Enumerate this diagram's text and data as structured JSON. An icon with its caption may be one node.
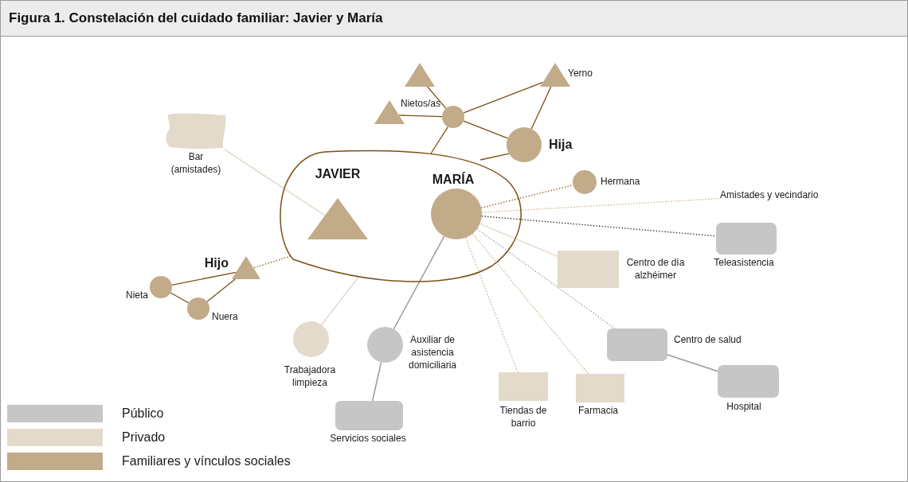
{
  "diagram": {
    "title": "Figura 1. Constelación del cuidado familiar: Javier y María",
    "nodes": [
      {
        "text": [],
        "shape": "ellipse"
      },
      {
        "text": [
          "JAVIER"
        ],
        "in": 0
      },
      {
        "text": [
          "MARÍA"
        ],
        "in": 0
      },
      {
        "text": [],
        "shape": "triangle"
      },
      {
        "text": [],
        "shape": "triangle"
      },
      {
        "text": [
          "Nietos/as"
        ]
      },
      {
        "text": [
          "Yerno"
        ]
      },
      {
        "text": [
          "Hija"
        ]
      },
      {
        "text": [
          "Hermana"
        ]
      },
      {
        "text": [
          "Bar (amistades)"
        ]
      },
      {
        "text": [
          "Amistades y vecindario"
        ]
      },
      {
        "text": [
          "Teleasistencia"
        ]
      },
      {
        "text": [
          "Centro de día alzhéimer"
        ]
      },
      {
        "text": [
          "Hijo"
        ]
      },
      {
        "text": [
          "Nieta"
        ]
      },
      {
        "text": [
          "Nuera"
        ]
      },
      {
        "text": [
          "Trabajadora limpieza"
        ]
      },
      {
        "text": [
          "Auxiliar de asistencia domiciliaria"
        ]
      },
      {
        "text": [
          "Tiendas de barrio"
        ]
      },
      {
        "text": [
          "Farmacia"
        ]
      },
      {
        "text": [
          "Centro de salud"
        ]
      },
      {
        "text": [
          "Hospital"
        ]
      },
      {
        "text": [
          "Servicios sociales"
        ]
      }
    ],
    "edges": [
      {
        "from": 3,
        "to": 5,
        "arrow": "none"
      },
      {
        "from": 4,
        "to": 5,
        "arrow": "none"
      },
      {
        "from": 5,
        "to": 6,
        "arrow": "none"
      },
      {
        "from": 5,
        "to": 7,
        "arrow": "none"
      },
      {
        "from": 6,
        "to": 7,
        "arrow": "none"
      },
      {
        "from": 5,
        "to": 0,
        "arrow": "none"
      },
      {
        "from": 7,
        "to": 0,
        "arrow": "none"
      },
      {
        "from": 2,
        "to": 8,
        "arrow": "none",
        "style": "dashed"
      },
      {
        "from": 2,
        "to": 10,
        "arrow": "none",
        "style": "dashed",
        "color": "#c9ad7f"
      },
      {
        "from": 2,
        "to": 11,
        "arrow": "none",
        "style": "dashed",
        "color": "#222222"
      },
      {
        "from": 2,
        "to": 12,
        "arrow": "none",
        "color": "#e3dacb"
      },
      {
        "from": 2,
        "to": 18,
        "arrow": "none",
        "style": "dashed",
        "color": "#c9ad7f"
      },
      {
        "from": 2,
        "to": 19,
        "arrow": "none",
        "style": "dashed",
        "color": "#c9ad7f"
      },
      {
        "from": 2,
        "to": 20,
        "arrow": "none",
        "style": "dashed",
        "color": "#999999"
      },
      {
        "from": 2,
        "to": 17,
        "arrow": "none",
        "color": "#999999"
      },
      {
        "from": 17,
        "to": 22,
        "arrow": "none",
        "color": "#999999"
      },
      {
        "from": 20,
        "to": 21,
        "arrow": "none",
        "color": "#999999"
      },
      {
        "from": 9,
        "to": 1,
        "arrow": "none",
        "color": "#e3dacb"
      },
      {
        "from": 0,
        "to": 13,
        "arrow": "none",
        "style": "dashed"
      },
      {
        "from": 13,
        "to": 14,
        "arrow": "none"
      },
      {
        "from": 13,
        "to": 15,
        "arrow": "none"
      },
      {
        "from": 14,
        "to": 15,
        "arrow": "none"
      },
      {
        "from": 0,
        "to": 16,
        "arrow": "none",
        "color": "#e3dacb"
      }
    ],
    "legend": [
      {
        "text": "Público",
        "color": "#c6c6c6"
      },
      {
        "text": "Privado",
        "color": "#e3dacb"
      },
      {
        "text": "Familiares y vínculos sociales",
        "color": "#c2ab88"
      }
    ]
  }
}
